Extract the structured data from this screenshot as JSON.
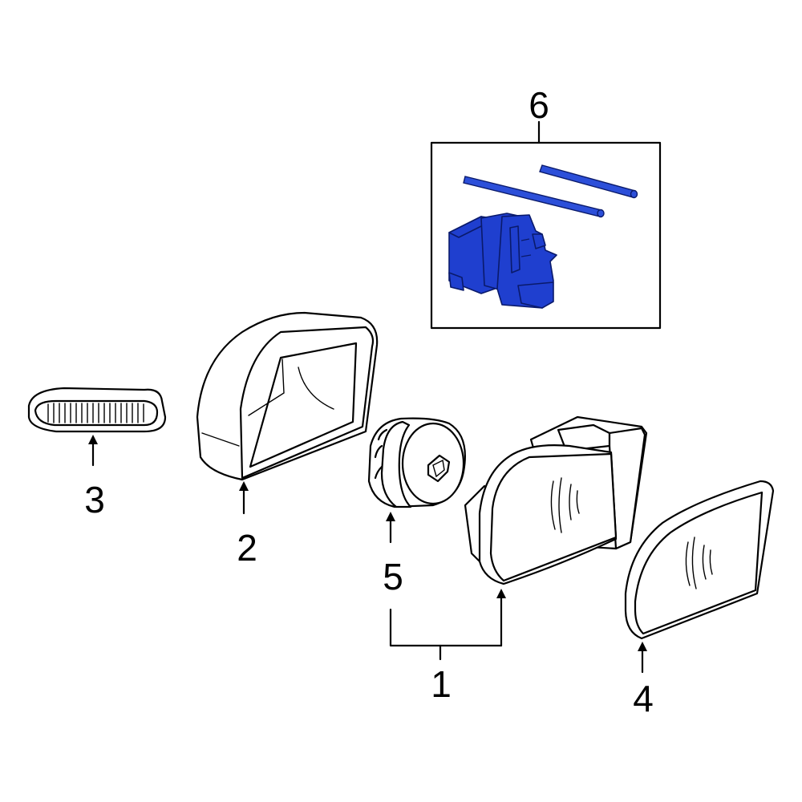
{
  "callouts": [
    {
      "id": "1",
      "label": "1"
    },
    {
      "id": "2",
      "label": "2"
    },
    {
      "id": "3",
      "label": "3"
    },
    {
      "id": "4",
      "label": "4"
    },
    {
      "id": "5",
      "label": "5"
    },
    {
      "id": "6",
      "label": "6"
    }
  ],
  "colors": {
    "highlight": "#1f3fcf",
    "line": "#000000",
    "background": "#ffffff"
  }
}
